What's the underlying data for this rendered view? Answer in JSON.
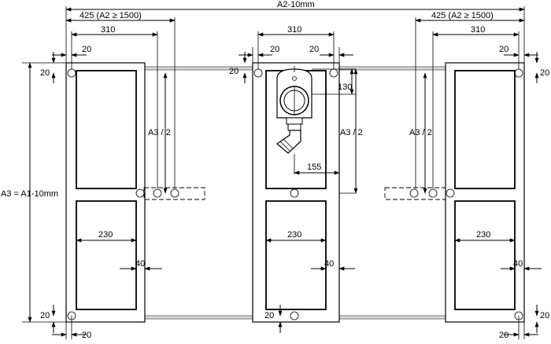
{
  "labels": {
    "total_width": "A2-10mm",
    "left_outer": "425  (A2  ≥ 1500)",
    "right_outer": "425  (A2  ≥ 1500)",
    "left_310": "310",
    "center_310": "310",
    "right_310": "310",
    "left_top_20": "20",
    "center_top_20_left": "20",
    "center_top_20_right": "20",
    "right_top_20": "20",
    "left_side_20_top": "20",
    "center_side_20_top": "20",
    "right_side_20_top": "20",
    "dim_130": "130",
    "left_half": "A3 / 2",
    "center_half": "A3 / 2",
    "right_half": "A3 / 2",
    "dim_155": "155",
    "height": "A3 = A1-10mm",
    "left_230": "230",
    "center_230": "230",
    "right_230": "230",
    "left_40": "40",
    "center_40": "40",
    "right_40": "40",
    "left_side_20_bottom": "20",
    "center_side_20_bottom": "20",
    "right_side_20_bottom": "20",
    "left_bottom_20": "20",
    "right_bottom_20": "20"
  }
}
